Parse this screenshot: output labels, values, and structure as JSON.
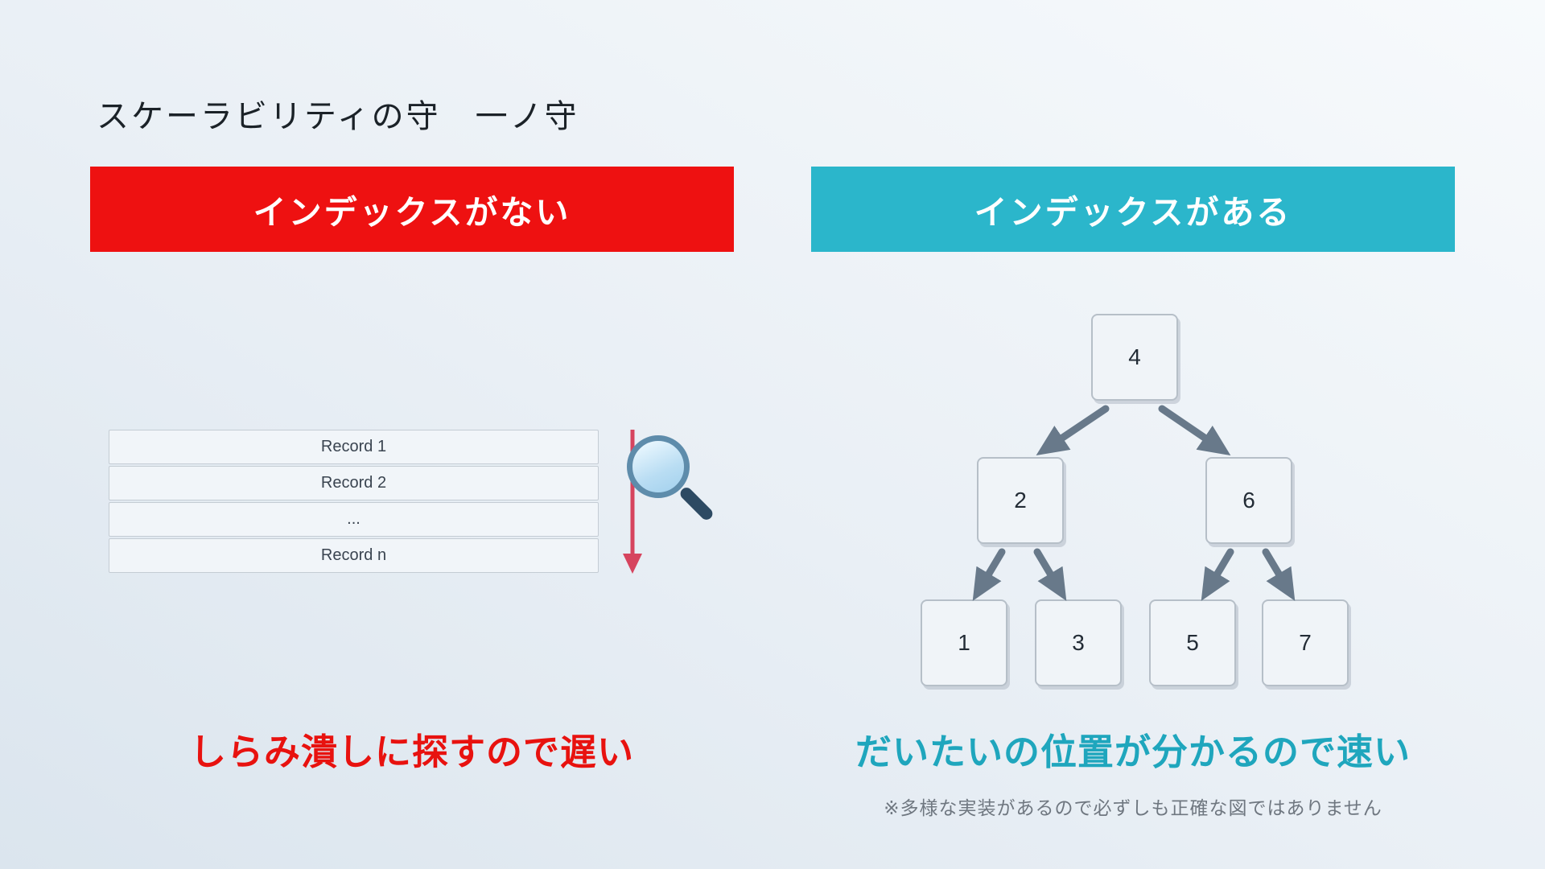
{
  "page": {
    "title": "スケーラビリティの守　一ノ守"
  },
  "left_panel": {
    "banner_label": "インデックスがない",
    "records": [
      "Record 1",
      "Record 2",
      "...",
      "Record n"
    ],
    "caption": "しらみ潰しに探すので遅い"
  },
  "right_panel": {
    "banner_label": "インデックスがある",
    "caption": "だいたいの位置が分かるので速い",
    "footnote": "※多様な実装があるので必ずしも正確な図ではありません",
    "tree": {
      "nodes": [
        {
          "id": "root",
          "value": "4"
        },
        {
          "id": "left",
          "value": "2"
        },
        {
          "id": "right",
          "value": "6"
        },
        {
          "id": "left-left",
          "value": "1"
        },
        {
          "id": "left-right",
          "value": "3"
        },
        {
          "id": "right-left",
          "value": "5"
        },
        {
          "id": "right-right",
          "value": "7"
        }
      ],
      "edges": [
        "4→2",
        "4→6",
        "2→1",
        "2→3",
        "6→5",
        "6→7"
      ]
    }
  },
  "icons": {
    "magnifier": "magnifying-glass-icon",
    "scan_arrow": "downward-scan-arrow"
  },
  "colors": {
    "banner_red": "#ee1111",
    "banner_cyan": "#2bb6cb",
    "caption_red": "#e8120f",
    "caption_cyan": "#1fa6bd",
    "scan_arrow_red": "#d6445e",
    "tree_arrow_gray": "#68798a",
    "node_border": "#b6bfc8",
    "node_fill": "#f0f4f8"
  }
}
